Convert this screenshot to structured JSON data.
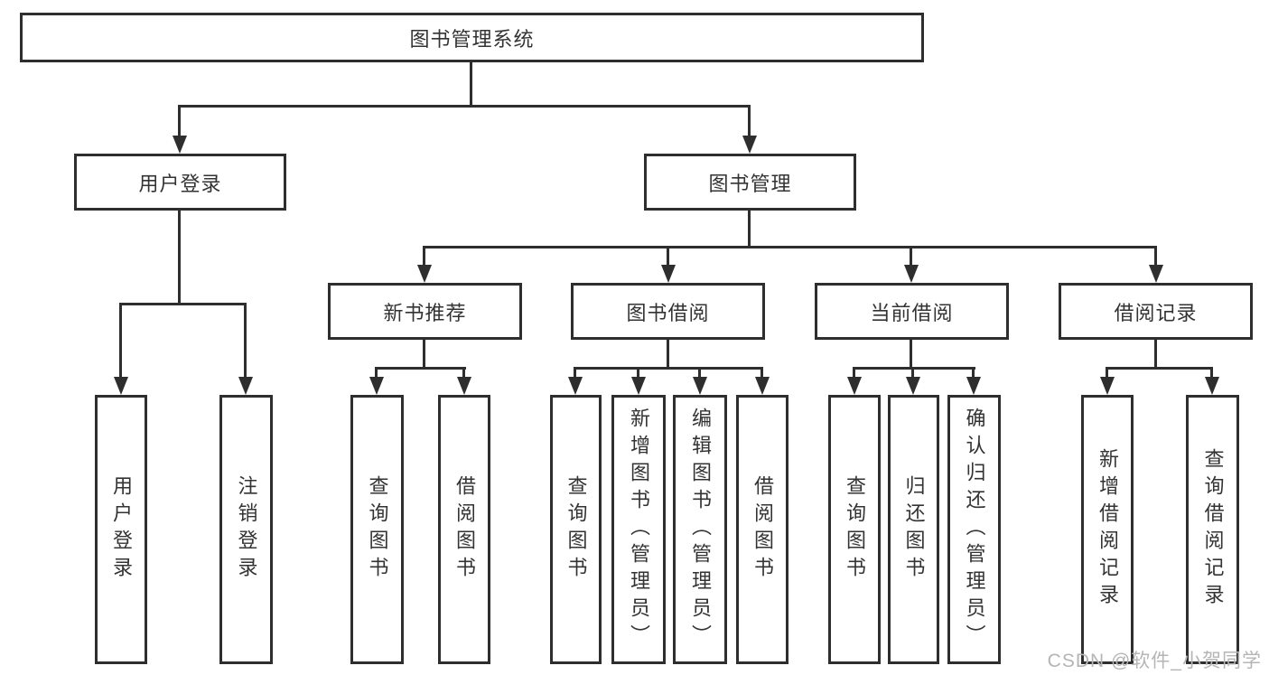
{
  "diagram": {
    "type": "hierarchy-tree",
    "title": "图书管理系统",
    "hierarchy": {
      "图书管理系统": {
        "用户登录": [
          "用户登录",
          "注销登录"
        ],
        "图书管理": {
          "新书推荐": [
            "查询图书",
            "借阅图书"
          ],
          "图书借阅": [
            "查询图书",
            "新增图书（管理员）",
            "编辑图书（管理员）",
            "借阅图书"
          ],
          "当前借阅": [
            "查询图书",
            "归还图书",
            "确认归还（管理员）"
          ],
          "借阅记录": [
            "新增借阅记录",
            "查询借阅记录"
          ]
        }
      }
    }
  },
  "labels": {
    "root": "图书管理系统",
    "login_group": "用户登录",
    "mgmt_group": "图书管理",
    "login_user": "用户登录",
    "login_logout": "注销登录",
    "rec_group": "新书推荐",
    "borrow_group": "图书借阅",
    "current_group": "当前借阅",
    "record_group": "借阅记录",
    "rec_query": "查询图书",
    "rec_borrow": "借阅图书",
    "borrow_query": "查询图书",
    "borrow_add": "新增图书（管理员）",
    "borrow_edit": "编辑图书（管理员）",
    "borrow_borrow": "借阅图书",
    "current_query": "查询图书",
    "current_return": "归还图书",
    "current_confirm": "确认归还（管理员）",
    "record_add": "新增借阅记录",
    "record_query": "查询借阅记录"
  },
  "watermark": {
    "text": "CSDN @软件_小贺同学",
    "color": "#b5b5b5"
  },
  "colors": {
    "background": "#ffffff",
    "line": "#2e2e2e",
    "box_border": "#2e2e2e",
    "box_fill": "#ffffff",
    "text": "#333333"
  }
}
